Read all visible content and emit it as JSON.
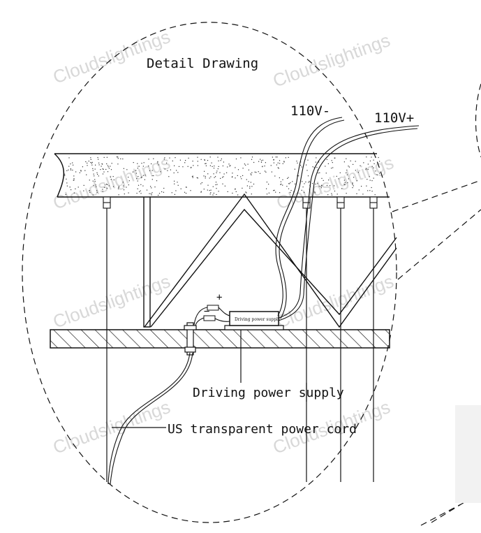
{
  "title": "Detail Drawing",
  "labels": {
    "neg": "110V-",
    "pos": "110V+",
    "plus_sign": "+",
    "minus_sign": "−",
    "box_text": "Driving power supply",
    "driver_callout": "Driving power supply",
    "cord_callout": "US transparent power cord"
  },
  "watermark": "Cloudslightings",
  "colors": {
    "line": "#111111",
    "watermark": "#d8d8d8",
    "speckle": "#333333"
  }
}
